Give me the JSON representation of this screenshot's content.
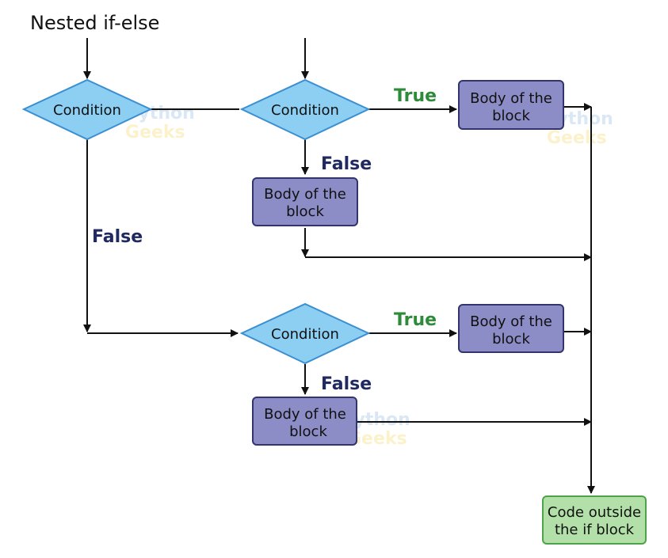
{
  "title": "Nested if-else",
  "colors": {
    "condition_fill": "#8ccff2",
    "condition_stroke": "#3b8fd1",
    "body_fill": "#8c8cc6",
    "body_stroke": "#33336e",
    "outside_fill": "#b3e0a8",
    "outside_stroke": "#4ea34a",
    "true_label": "#2e8b3a",
    "false_label": "#202a60",
    "arrow": "#111111",
    "watermark_blue": "#d6e6f5",
    "watermark_yellow": "#fbf0c6"
  },
  "nodes": {
    "condition_1": "Condition",
    "condition_2": "Condition",
    "condition_3": "Condition",
    "body_1": [
      "Body of the",
      "block"
    ],
    "body_2": [
      "Body of the",
      "block"
    ],
    "body_3": [
      "Body of the",
      "block"
    ],
    "body_4": [
      "Body of the",
      "block"
    ],
    "outside": [
      "Code outside",
      "the if block"
    ]
  },
  "edge_labels": {
    "true_1": "True",
    "false_1": "False",
    "false_main": "False",
    "true_2": "True",
    "false_2": "False"
  },
  "watermark": [
    "Python",
    "Geeks"
  ]
}
